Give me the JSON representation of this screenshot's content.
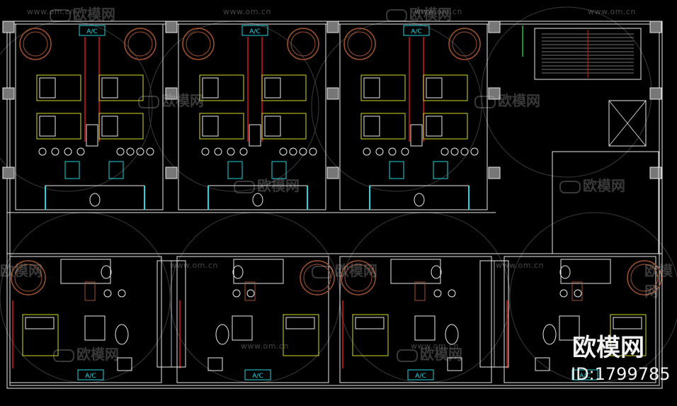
{
  "drawing": {
    "background": "#000000",
    "wall_color": "#e8e8e8",
    "accent_red": "#d81818",
    "accent_yellow": "#d8d820",
    "accent_cyan": "#20d8e0",
    "furniture_brown": "#a0522d",
    "label_box_text": "A/C"
  },
  "watermarks": {
    "site_text": "www.om.cn",
    "brand_text": "欧模网",
    "id_text": "ID:1799785"
  }
}
